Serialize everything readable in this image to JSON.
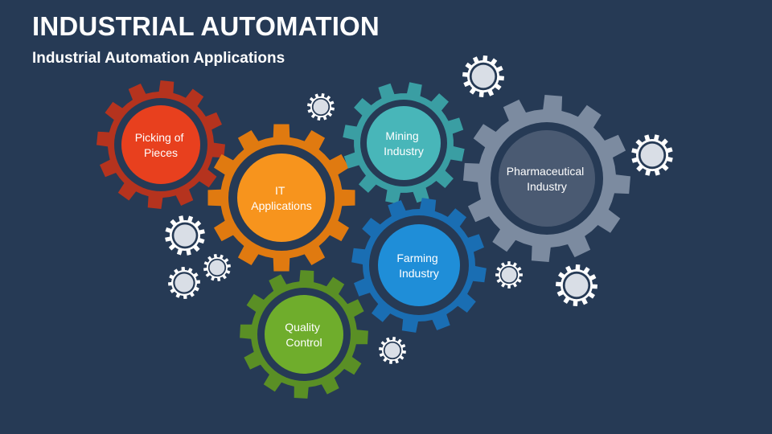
{
  "slide": {
    "title": "INDUSTRIAL AUTOMATION",
    "subtitle": "Industrial Automation Applications"
  },
  "gears": [
    {
      "id": "picking-of-pieces",
      "label_lines": [
        "Picking of",
        "Pieces"
      ],
      "gear_color": "#b5331e",
      "center_color": "#e8401e"
    },
    {
      "id": "it-applications",
      "label_lines": [
        "IT",
        "Applications"
      ],
      "gear_color": "#e07a10",
      "center_color": "#f7941d"
    },
    {
      "id": "mining-industry",
      "label_lines": [
        "Mining",
        "Industry"
      ],
      "gear_color": "#3a9ea3",
      "center_color": "#48b6b9"
    },
    {
      "id": "pharmaceutical-industry",
      "label_lines": [
        "Pharmaceutical",
        "Industry"
      ],
      "gear_color": "#7c8ba0",
      "center_color": "#4a5a72"
    },
    {
      "id": "farming-industry",
      "label_lines": [
        "Farming",
        "Industry"
      ],
      "gear_color": "#1a6eb3",
      "center_color": "#1f8ed8"
    },
    {
      "id": "quality-control",
      "label_lines": [
        "Quality",
        "Control"
      ],
      "gear_color": "#5a8f25",
      "center_color": "#6fad2c"
    }
  ],
  "colors": {
    "background": "#263a55",
    "small_gear": "#ffffff",
    "small_gear_center": "#d9dee6"
  }
}
